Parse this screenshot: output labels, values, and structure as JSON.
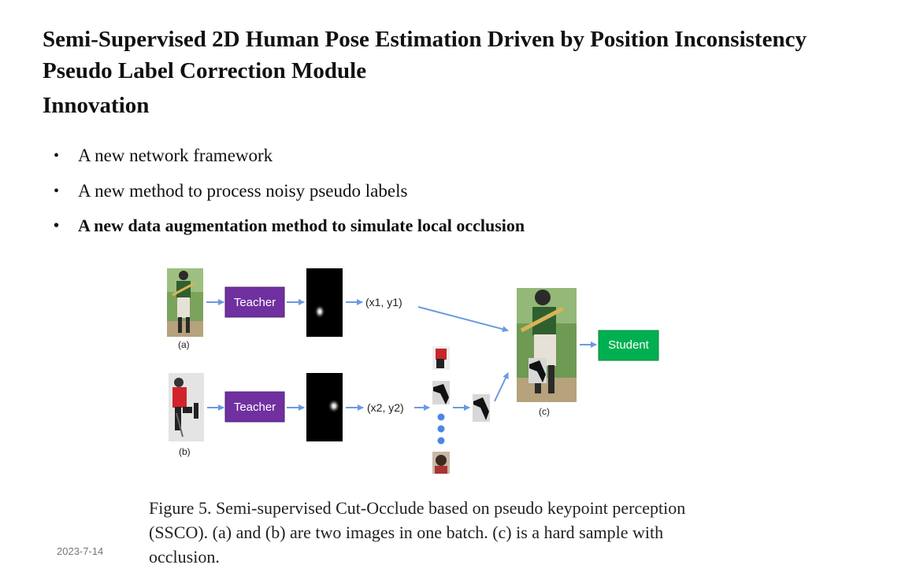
{
  "slide": {
    "title": "Semi-Supervised 2D Human Pose Estimation Driven by Position Inconsistency Pseudo Label Correction Module",
    "subtitle": "Innovation",
    "bullets": [
      "A new network framework",
      "A new method to process noisy pseudo labels",
      "A new data augmentation method to simulate local occlusion"
    ],
    "date": "2023-7-14"
  },
  "figure": {
    "teacher_label": "Teacher",
    "student_label": "Student",
    "coord_a": "(x1, y1)",
    "coord_b": "(x2, y2)",
    "label_a": "(a)",
    "label_b": "(b)",
    "label_c": "(c)",
    "caption": "Figure 5. Semi-supervised Cut-Occlude based on pseudo keypoint perception (SSCO). (a) and (b) are two images in one batch. (c) is a hard sample with occlusion.",
    "colors": {
      "teacher": "#7030a0",
      "student": "#00b050",
      "arrow": "#6a9ae0",
      "heatmap": "#000000"
    }
  }
}
